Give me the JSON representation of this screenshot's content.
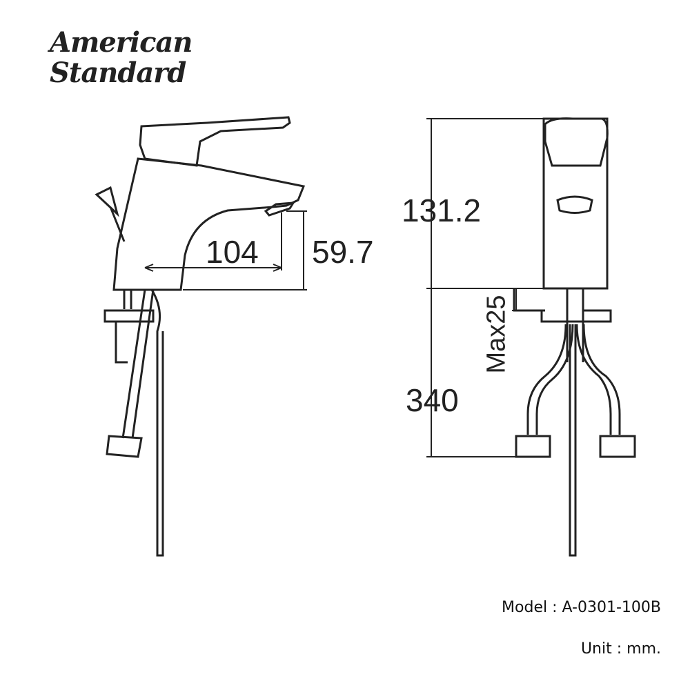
{
  "brand": {
    "line1": "American",
    "line2": "Standard"
  },
  "dimensions": {
    "spout_reach": "104",
    "spout_height": "59.7",
    "total_height": "131.2",
    "max_thickness": "Max25",
    "hose_length": "340"
  },
  "info": {
    "model": "Model : A-0301-100B",
    "unit": "Unit : mm."
  }
}
